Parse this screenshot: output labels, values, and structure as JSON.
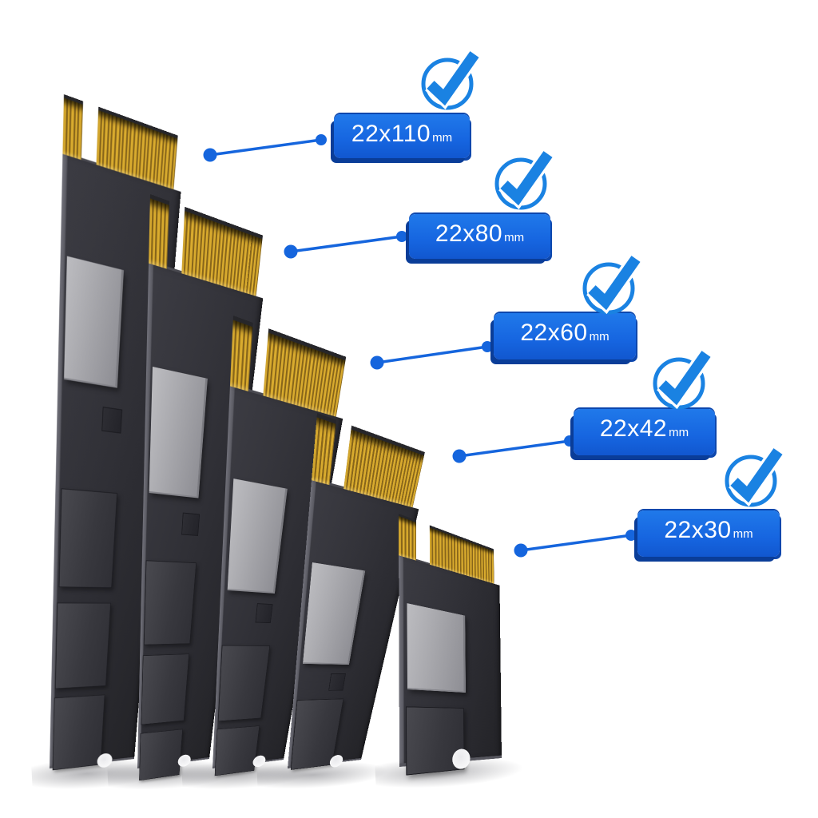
{
  "items": [
    {
      "size": "22x110",
      "unit": "mm",
      "status_icon": "check-circle-icon"
    },
    {
      "size": "22x80",
      "unit": "mm",
      "status_icon": "check-circle-icon"
    },
    {
      "size": "22x60",
      "unit": "mm",
      "status_icon": "check-circle-icon"
    },
    {
      "size": "22x42",
      "unit": "mm",
      "status_icon": "check-circle-icon"
    },
    {
      "size": "22x30",
      "unit": "mm",
      "status_icon": "check-circle-icon"
    }
  ],
  "colors": {
    "accent_blue": "#1565dd",
    "badge_blue": "#1665e0",
    "badge_shadow_blue": "#0a3d98",
    "check_blue": "#1a82e2",
    "connector_gold": "#d9ab2e",
    "pcb_dark": "#2d2d33",
    "chip_gray": "#a2a2a7",
    "chip_dark": "#38383e",
    "background": "#ffffff"
  }
}
